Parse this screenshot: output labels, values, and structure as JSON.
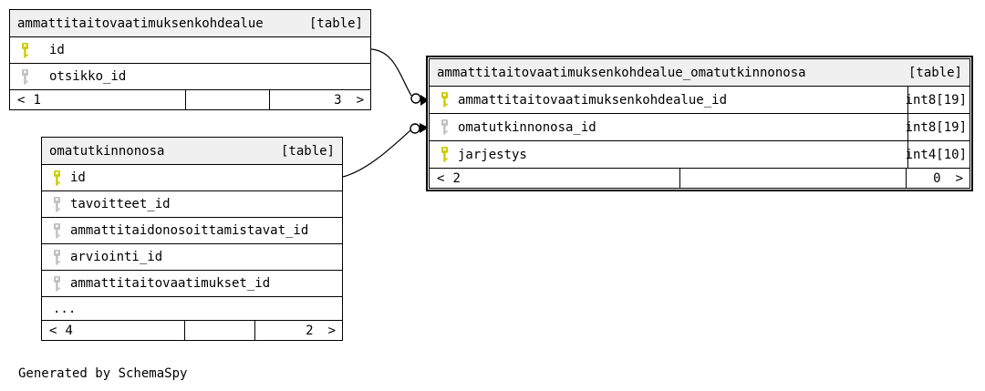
{
  "diagram": {
    "generator_note": "Generated by SchemaSpy",
    "colors": {
      "primary_key": "#cccc00",
      "foreign_key": "#c0c0c0",
      "header_bg": "#f0f0f0",
      "border": "#000000",
      "background": "#ffffff"
    },
    "relationships": [
      {
        "from": "ammattitaitovaatimuksenkohdealue.id",
        "to": "ammattitaitovaatimuksenkohdealue_omatutkinnonosa.ammattitaitovaatimuksenkohdealue_id"
      },
      {
        "from": "omatutkinnonosa.id",
        "to": "ammattitaitovaatimuksenkohdealue_omatutkinnonosa.omatutkinnonosa_id"
      }
    ],
    "tables": [
      {
        "title": "ammattitaitovaatimuksenkohdealue",
        "badge": "[table]",
        "columns": [
          {
            "name": "id",
            "key": "primary"
          },
          {
            "name": "otsikko_id",
            "key": "foreign"
          }
        ],
        "footer": {
          "left_arrow": "<",
          "left_value": "1",
          "right_value": "3",
          "right_arrow": ">"
        }
      },
      {
        "title": "omatutkinnonosa",
        "badge": "[table]",
        "columns": [
          {
            "name": "id",
            "key": "primary"
          },
          {
            "name": "tavoitteet_id",
            "key": "foreign"
          },
          {
            "name": "ammattitaidonosoittamistavat_id",
            "key": "foreign"
          },
          {
            "name": "arviointi_id",
            "key": "foreign"
          },
          {
            "name": "ammattitaitovaatimukset_id",
            "key": "foreign"
          }
        ],
        "ellipsis": "...",
        "footer": {
          "left_arrow": "<",
          "left_value": "4",
          "right_value": "2",
          "right_arrow": ">"
        }
      },
      {
        "title": "ammattitaitovaatimuksenkohdealue_omatutkinnonosa",
        "badge": "[table]",
        "columns": [
          {
            "name": "ammattitaitovaatimuksenkohdealue_id",
            "key": "primary",
            "type": "int8[19]"
          },
          {
            "name": "omatutkinnonosa_id",
            "key": "foreign",
            "type": "int8[19]"
          },
          {
            "name": "jarjestys",
            "key": "primary",
            "type": "int4[10]"
          }
        ],
        "footer": {
          "left_arrow": "<",
          "left_value": "2",
          "right_value": "0",
          "right_arrow": ">"
        }
      }
    ]
  }
}
